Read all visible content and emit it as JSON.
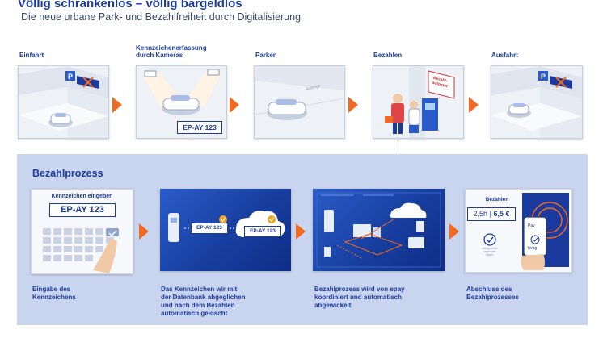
{
  "header": {
    "title": "Völlig schrankenlos – völlig bargeldlos",
    "subtitle": "Die neue urbane Park- und Bezahlfreiheit durch Digitalisierung"
  },
  "steps": [
    {
      "label": "Einfahrt"
    },
    {
      "label_line1": "Kennzeichenerfassung",
      "label_line2": "durch Kameras",
      "plate": "EP-AY 123"
    },
    {
      "label": "Parken",
      "road_text": "Aufzüge"
    },
    {
      "label": "Bezahlen",
      "sign_text_line1": "Bezahl-",
      "sign_text_line2": "automat"
    },
    {
      "label": "Ausfahrt"
    }
  ],
  "payment": {
    "title": "Bezahlprozess",
    "cards": [
      {
        "caption_line1": "Eingabe des",
        "caption_line2": "Kennzeichens",
        "screen_title": "Kennzeichen eingeben",
        "plate": "EP-AY 123"
      },
      {
        "caption_line1": "Das Kennzeichen wir mit",
        "caption_line2": "der Datenbank abgeglichen",
        "caption_line3": "und nach dem Bezahlen",
        "caption_line4": "automatisch gelöscht",
        "plate_left": "EP-AY 123",
        "plate_cloud": "EP-AY 123"
      },
      {
        "caption_line1": "Bezahlprozess wird von epay",
        "caption_line2": "koordiniert und automatisch",
        "caption_line3": "abgewickelt"
      },
      {
        "caption_line1": "Abschluss des",
        "caption_line2": "Bezahlprozesses",
        "screen_title": "Bezahlen",
        "duration": "2,5h",
        "price": "6,5 €",
        "ok_text_line1": "Betrag wurde",
        "ok_text_line2": "abgebucht.",
        "ok_text_line3": "Danke.",
        "phone_pay": "Pay",
        "phone_done": "fertig"
      }
    ]
  },
  "colors": {
    "accent": "#f26a21",
    "brand": "#1a3a9e",
    "panel": "#c9d5ee"
  }
}
